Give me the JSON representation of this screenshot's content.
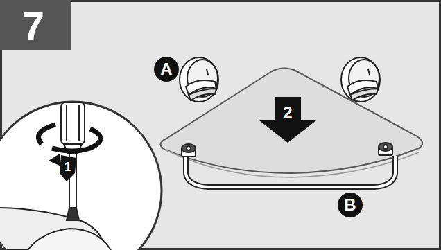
{
  "diagram": {
    "labels": [
      "7",
      "A",
      "2",
      "1",
      "B"
    ]
  }
}
